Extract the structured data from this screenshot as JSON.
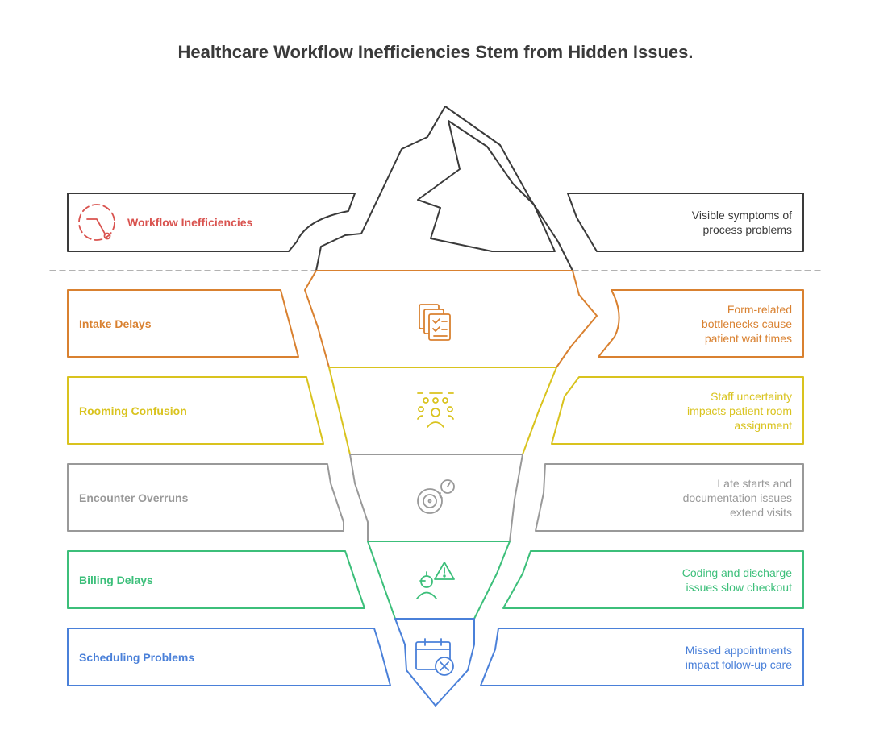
{
  "title": "Healthcare Workflow Inefficiencies Stem from Hidden Issues.",
  "colors": {
    "dark": "#3a3a3a",
    "red": "#d9534f",
    "orange": "#d98130",
    "yellow": "#d9c31e",
    "gray": "#999999",
    "green": "#3cbf7a",
    "blue": "#4a80d9",
    "divider": "#999999"
  },
  "tip": {
    "label": "Workflow Inefficiencies",
    "description_lines": [
      "Visible symptoms of",
      "process problems"
    ],
    "icon": "chart-down-icon"
  },
  "layers": [
    {
      "label": "Intake Delays",
      "description_lines": [
        "Form-related",
        "bottlenecks cause",
        "patient wait times"
      ],
      "icon": "forms-icon"
    },
    {
      "label": "Rooming Confusion",
      "description_lines": [
        "Staff uncertainty",
        "impacts patient room",
        "assignment"
      ],
      "icon": "staff-group-icon"
    },
    {
      "label": "Encounter Overruns",
      "description_lines": [
        "Late starts and",
        "documentation issues",
        "extend visits"
      ],
      "icon": "clock-icon"
    },
    {
      "label": "Billing Delays",
      "description_lines": [
        "Coding and discharge",
        "issues slow checkout"
      ],
      "icon": "billing-warning-icon"
    },
    {
      "label": "Scheduling Problems",
      "description_lines": [
        "Missed appointments",
        "impact follow-up care"
      ],
      "icon": "calendar-x-icon"
    }
  ]
}
